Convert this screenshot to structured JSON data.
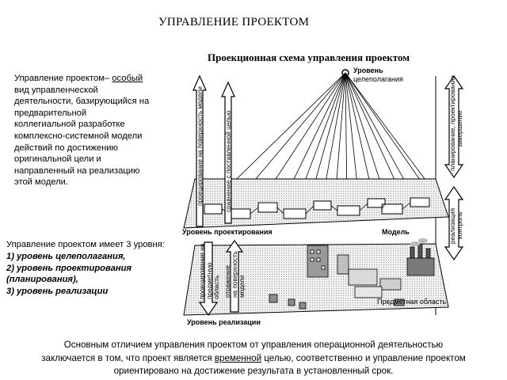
{
  "page_title": "УПРАВЛЕНИЕ ПРОЕКТОМ",
  "intro": {
    "before": "Управление проектом– ",
    "underlined": "особый",
    "line2": "вид управленческой",
    "line3": "деятельности, базирующийся на",
    "line4": "предварительной",
    "line5": "коллегиальной разработке",
    "line6": "комплексно-системной модели",
    "line7": "действий по достижению",
    "line8": "оригинальной цели и",
    "line9": "направленный на реализацию",
    "line10": "этой модели."
  },
  "levels": {
    "heading": "Управление проектом имеет 3 уровня:",
    "items": [
      "1) уровень целеполагания,",
      "2) уровень проектирования",
      "(планирования),",
      "3) уровень реализации"
    ]
  },
  "diagram": {
    "title": "Проекционная схема управления проектом",
    "goal_level_line1": "Уровень",
    "goal_level_line2": "целеполагания",
    "design_level": "Уровень проектирования",
    "model": "Модель",
    "implementation_level": "Уровень реализации",
    "subject_area": "Предметная область",
    "left_arrow_1_line1": "проецирование на поверхность модели",
    "left_arrow_2_line1": "сравнение с поставленной целью",
    "left_arrow_3_line1": "проецирование на",
    "left_arrow_3_line2": "предметную",
    "left_arrow_3_line3": "область",
    "left_arrow_4_line1": "отражение",
    "left_arrow_4_line2": "на поверхность",
    "left_arrow_4_line3": "модели",
    "right_arrow_top_line1": "планирование, проектирование",
    "right_arrow_top_line2": "завершение",
    "right_arrow_bottom_line1": "реализация",
    "right_arrow_bottom_line2": "контроль"
  },
  "bottom_text": {
    "line1": "Основным отличием управления проектом от управления операционной деятельностью",
    "line2_before": "заключается в том, что проект является ",
    "line2_underlined": "временной",
    "line2_after": " целью, соответственно и управление проектом",
    "line3": "ориентировано на достижение результата в установленный срок."
  }
}
